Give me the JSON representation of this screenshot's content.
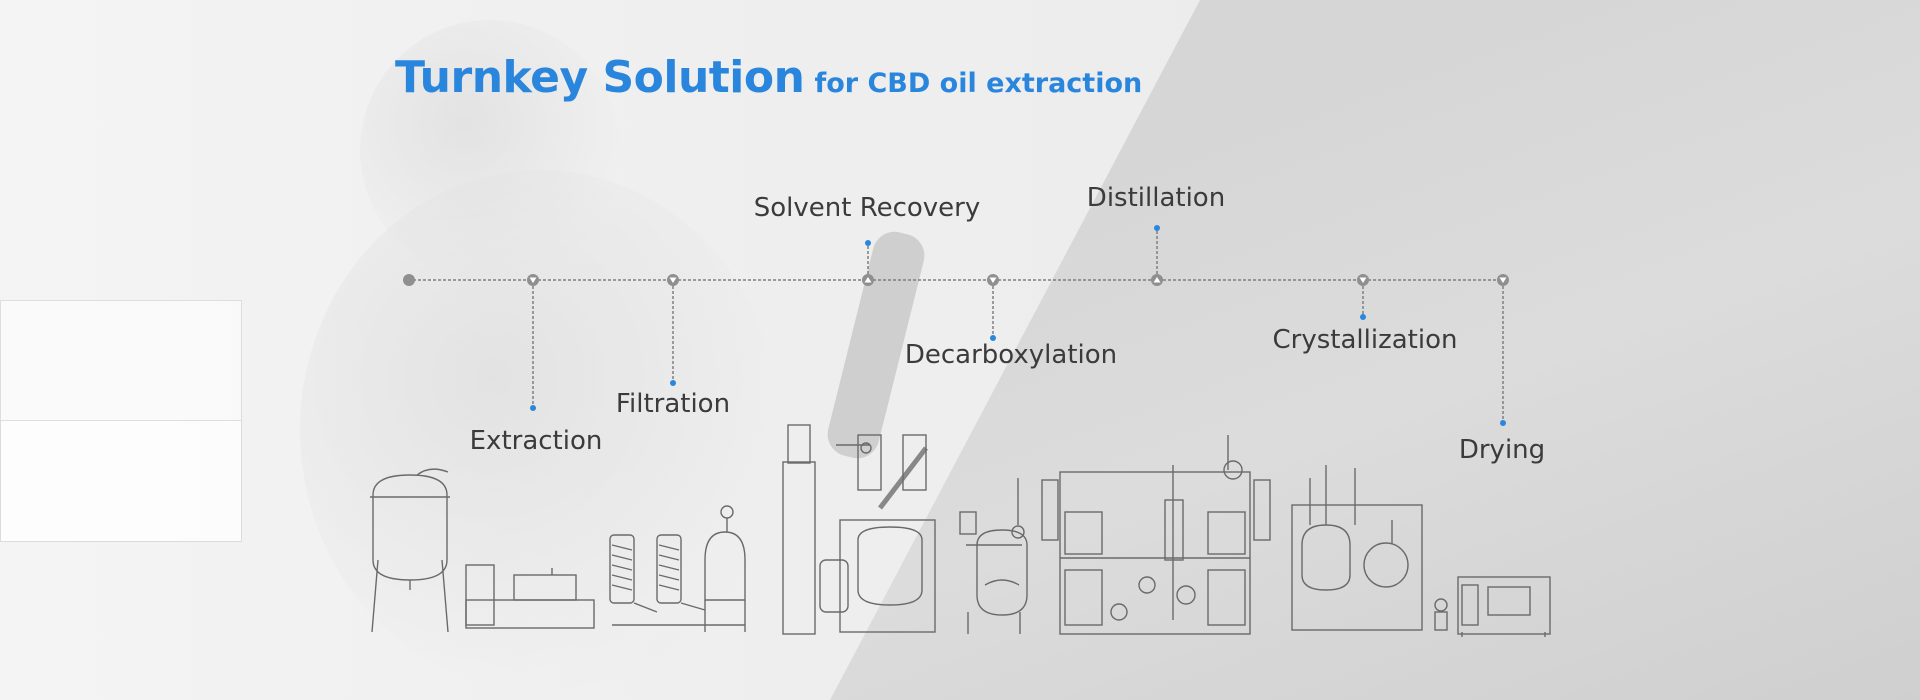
{
  "banner": {
    "title_main": "Turnkey Solution",
    "title_sub": "for CBD oil extraction",
    "accent_color": "#2a86dc",
    "line_color": "#8c8c8c",
    "text_color": "#3b3b3b"
  },
  "process_steps": [
    {
      "label": "Extraction"
    },
    {
      "label": "Filtration"
    },
    {
      "label": "Solvent Recovery"
    },
    {
      "label": "Decarboxylation"
    },
    {
      "label": "Distillation"
    },
    {
      "label": "Crystallization"
    },
    {
      "label": "Drying"
    }
  ],
  "equipment_icons": [
    "extraction-reactor-icon",
    "filtration-system-icon",
    "solvent-recovery-unit-icon",
    "decarboxylation-reactor-icon",
    "distillation-system-icon",
    "crystallization-reactor-icon",
    "vacuum-drying-oven-icon"
  ]
}
